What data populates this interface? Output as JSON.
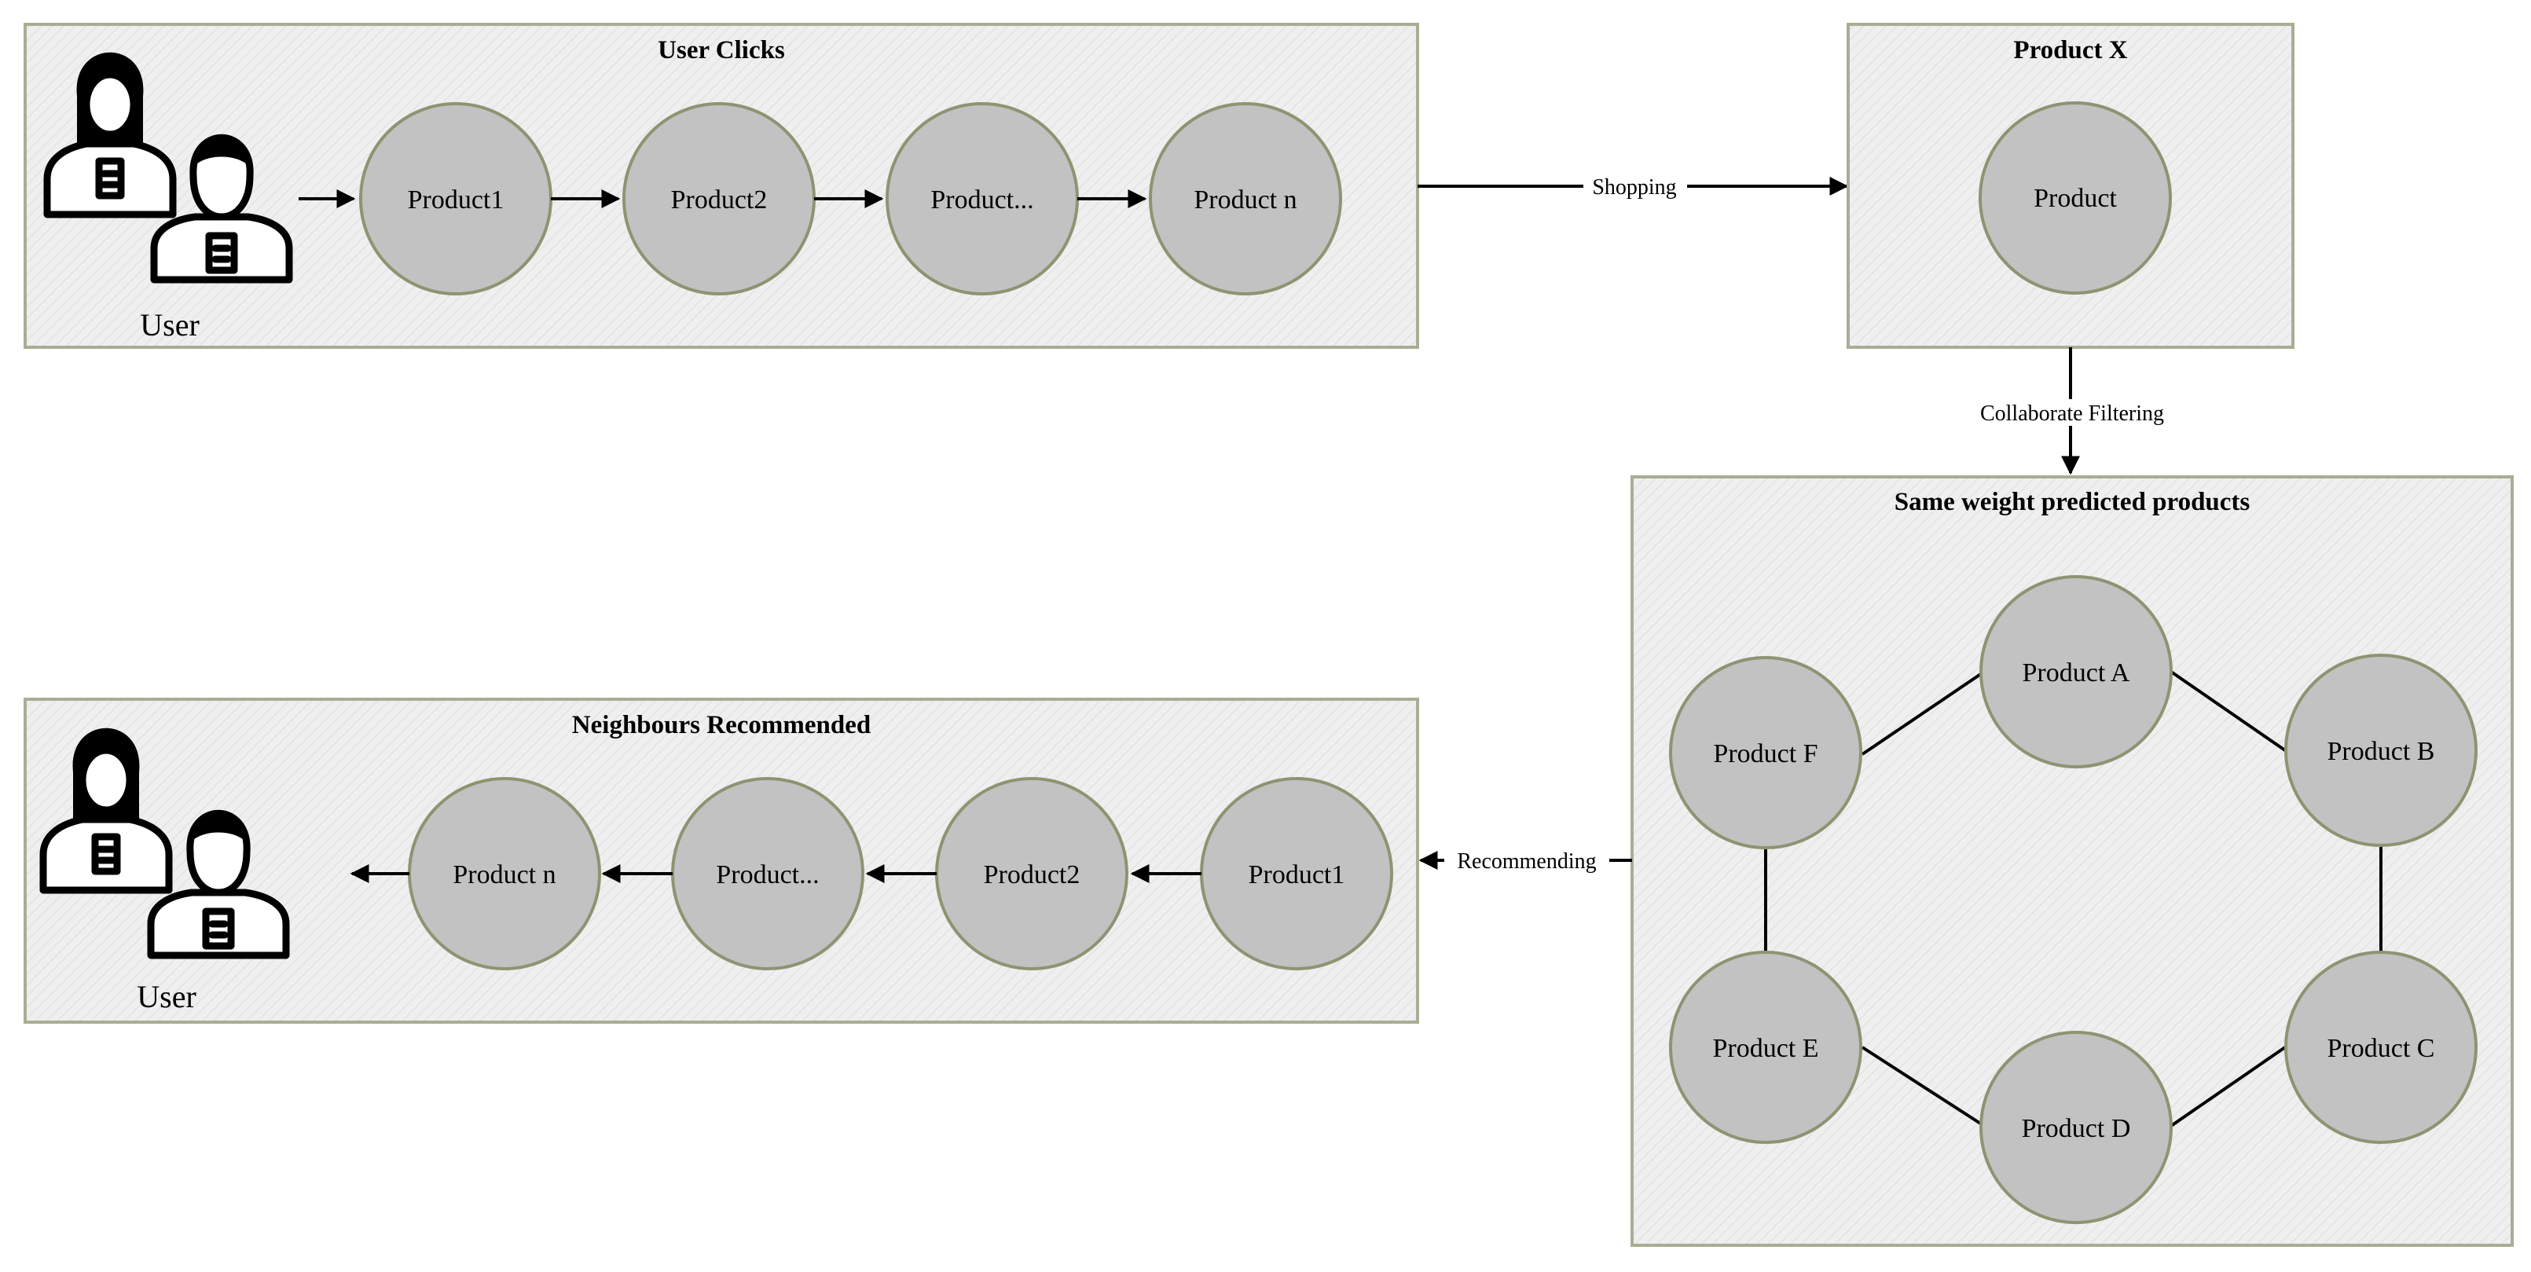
{
  "panels": {
    "user_clicks": {
      "title": "User Clicks",
      "user_label": "User",
      "products": [
        "Product1",
        "Product2",
        "Product...",
        "Product n"
      ]
    },
    "product_x": {
      "title": "Product X",
      "product": "Product"
    },
    "same_weight": {
      "title": "Same weight predicted products",
      "products": [
        "Product A",
        "Product B",
        "Product C",
        "Product D",
        "Product E",
        "Product F"
      ]
    },
    "neighbours": {
      "title": "Neighbours Recommended",
      "user_label": "User",
      "products": [
        "Product1",
        "Product2",
        "Product...",
        "Product n"
      ]
    }
  },
  "edges": {
    "shopping": "Shopping",
    "collaborate_filtering": "Collaborate Filtering",
    "recommending": "Recommending"
  },
  "icons": {
    "user_group": "two-users-icon",
    "arrowhead": "arrowhead"
  },
  "colors": {
    "panel_border": "#a9ad94",
    "panel_fill": "#efefef",
    "node_fill": "#c2c2c2",
    "node_border": "#8e9472",
    "line": "#000000"
  }
}
